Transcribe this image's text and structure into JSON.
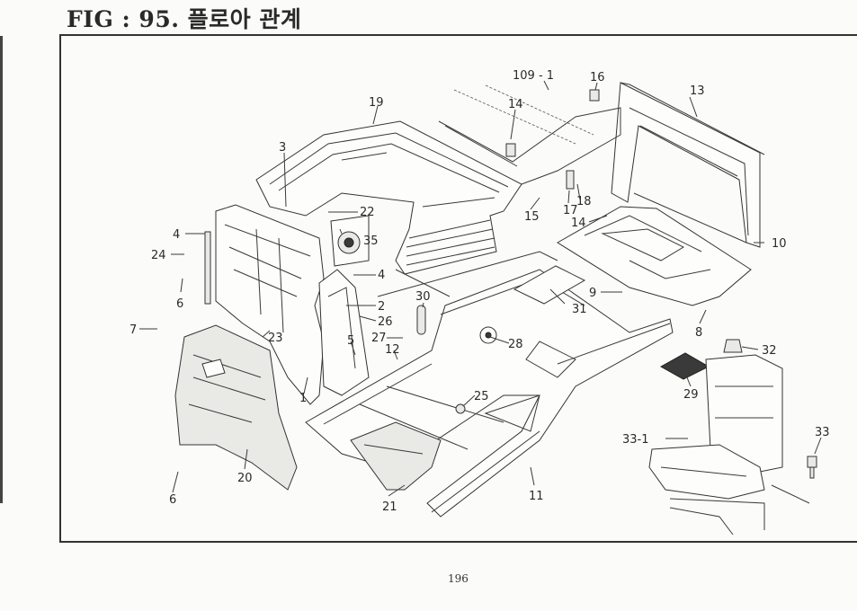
{
  "figure": {
    "title": "FIG : 95. 플로아 관계",
    "page_number": "196"
  },
  "callouts": [
    {
      "id": "c13",
      "text": "13"
    },
    {
      "id": "c109",
      "text": "109 - 1"
    },
    {
      "id": "c16",
      "text": "16"
    },
    {
      "id": "c19",
      "text": "19"
    },
    {
      "id": "c14a",
      "text": "14"
    },
    {
      "id": "c3",
      "text": "3"
    },
    {
      "id": "c22",
      "text": "22"
    },
    {
      "id": "c15",
      "text": "15"
    },
    {
      "id": "c17",
      "text": "17"
    },
    {
      "id": "c18",
      "text": "18"
    },
    {
      "id": "c14b",
      "text": "14"
    },
    {
      "id": "c10",
      "text": "10"
    },
    {
      "id": "c4a",
      "text": "4"
    },
    {
      "id": "c35",
      "text": "35"
    },
    {
      "id": "c24",
      "text": "24"
    },
    {
      "id": "c4b",
      "text": "4"
    },
    {
      "id": "c6a",
      "text": "6"
    },
    {
      "id": "c30",
      "text": "30"
    },
    {
      "id": "c9",
      "text": "9"
    },
    {
      "id": "c2",
      "text": "2"
    },
    {
      "id": "c31",
      "text": "31"
    },
    {
      "id": "c7",
      "text": "7"
    },
    {
      "id": "c26",
      "text": "26"
    },
    {
      "id": "c8",
      "text": "8"
    },
    {
      "id": "c23",
      "text": "23"
    },
    {
      "id": "c5",
      "text": "5"
    },
    {
      "id": "c27",
      "text": "27"
    },
    {
      "id": "c12",
      "text": "12"
    },
    {
      "id": "c28",
      "text": "28"
    },
    {
      "id": "c32",
      "text": "32"
    },
    {
      "id": "c1",
      "text": "1"
    },
    {
      "id": "c29",
      "text": "29"
    },
    {
      "id": "c25",
      "text": "25"
    },
    {
      "id": "c33a",
      "text": "33-1"
    },
    {
      "id": "c33",
      "text": "33"
    },
    {
      "id": "c20",
      "text": "20"
    },
    {
      "id": "c6b",
      "text": "6"
    },
    {
      "id": "c11",
      "text": "11"
    },
    {
      "id": "c21",
      "text": "21"
    }
  ]
}
